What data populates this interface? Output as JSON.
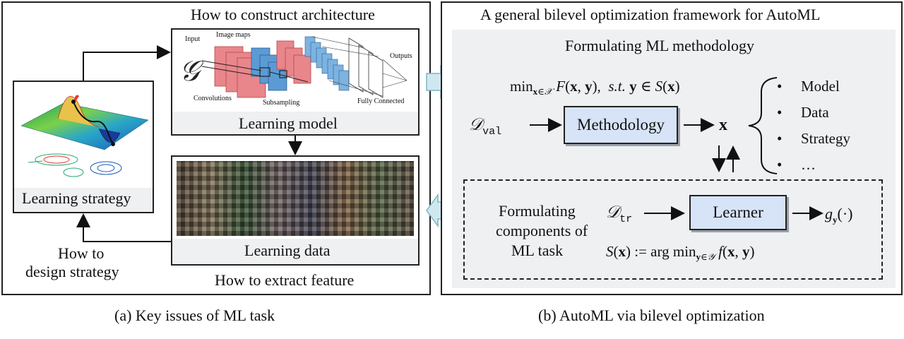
{
  "left_panel": {
    "caption": "(a) Key issues of ML task",
    "arch_title": "How to construct architecture",
    "cnn": {
      "input": "Input",
      "image_maps": "Image maps",
      "outputs": "Outputs",
      "convolutions": "Convolutions",
      "subsampling": "Subsampling",
      "fully_connected": "Fully Connected"
    },
    "learning_model": "Learning model",
    "learning_data": "Learning data",
    "extract_feature": "How to extract feature",
    "learning_strategy": "Learning strategy",
    "design_strategy_line1": "How to",
    "design_strategy_line2": "design strategy"
  },
  "right_panel": {
    "caption": "(b) AutoML via bilevel optimization",
    "title": "A general bilevel optimization framework for AutoML",
    "formulating_methodology": "Formulating ML methodology",
    "upper_formula": "min_{x∈X} F(x, y),  s.t. y ∈ S(x)",
    "d_val": "𝒟",
    "d_val_sub": "val",
    "methodology": "Methodology",
    "x_symbol": "x",
    "bullets": [
      "Model",
      "Data",
      "Strategy",
      "…"
    ],
    "formulating_components_line1": "Formulating",
    "formulating_components_line2": "components of",
    "formulating_components_line3": "ML task",
    "d_tr": "𝒟",
    "d_tr_sub": "tr",
    "learner": "Learner",
    "g_output": "g",
    "g_sub": "y",
    "g_arg": "(·)",
    "lower_formula": "S(x) := arg min_{y∈Y} f(x, y)"
  },
  "colors": {
    "box_fill": "#d7e3f7",
    "gray_fill": "#eef0f2",
    "arrow_fill": "#cfe8f0",
    "cnn_red": "#e8868c",
    "cnn_blue": "#5b9bd5"
  },
  "icons": [
    "arrow-right-icon",
    "arrow-left-icon",
    "curly-brace-icon",
    "handwritten-g-icon"
  ]
}
